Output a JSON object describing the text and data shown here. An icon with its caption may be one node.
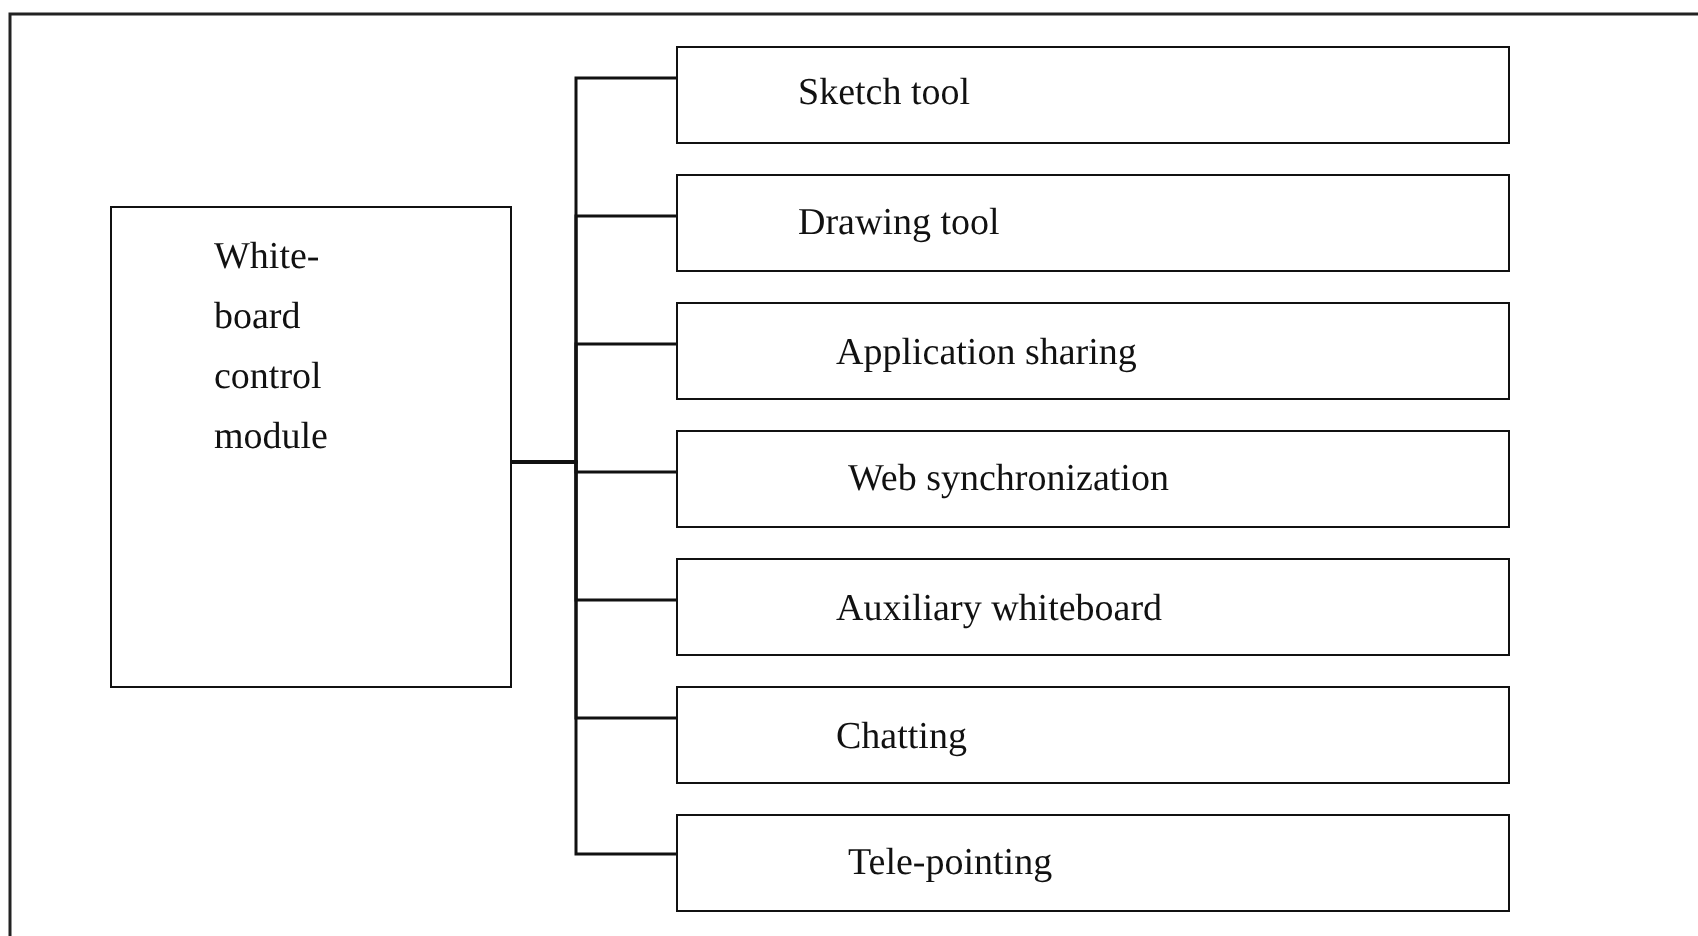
{
  "diagram": {
    "nodes": [
      {
        "text": [
          "White-board control module"
        ]
      },
      {
        "text": [
          "Sketch tool"
        ]
      },
      {
        "text": [
          "Drawing tool"
        ]
      },
      {
        "text": [
          "Application sharing"
        ]
      },
      {
        "text": [
          "Web synchronization"
        ]
      },
      {
        "text": [
          "Auxiliary whiteboard"
        ]
      },
      {
        "text": [
          "Chatting"
        ]
      },
      {
        "text": [
          "Tele-pointing"
        ]
      }
    ],
    "edges": [
      {
        "from": 0,
        "to": 1,
        "arrow": "none"
      },
      {
        "from": 0,
        "to": 2,
        "arrow": "none"
      },
      {
        "from": 0,
        "to": 3,
        "arrow": "none"
      },
      {
        "from": 0,
        "to": 4,
        "arrow": "none"
      },
      {
        "from": 0,
        "to": 5,
        "arrow": "none"
      },
      {
        "from": 0,
        "to": 6,
        "arrow": "none"
      },
      {
        "from": 0,
        "to": 7,
        "arrow": "none"
      }
    ]
  }
}
